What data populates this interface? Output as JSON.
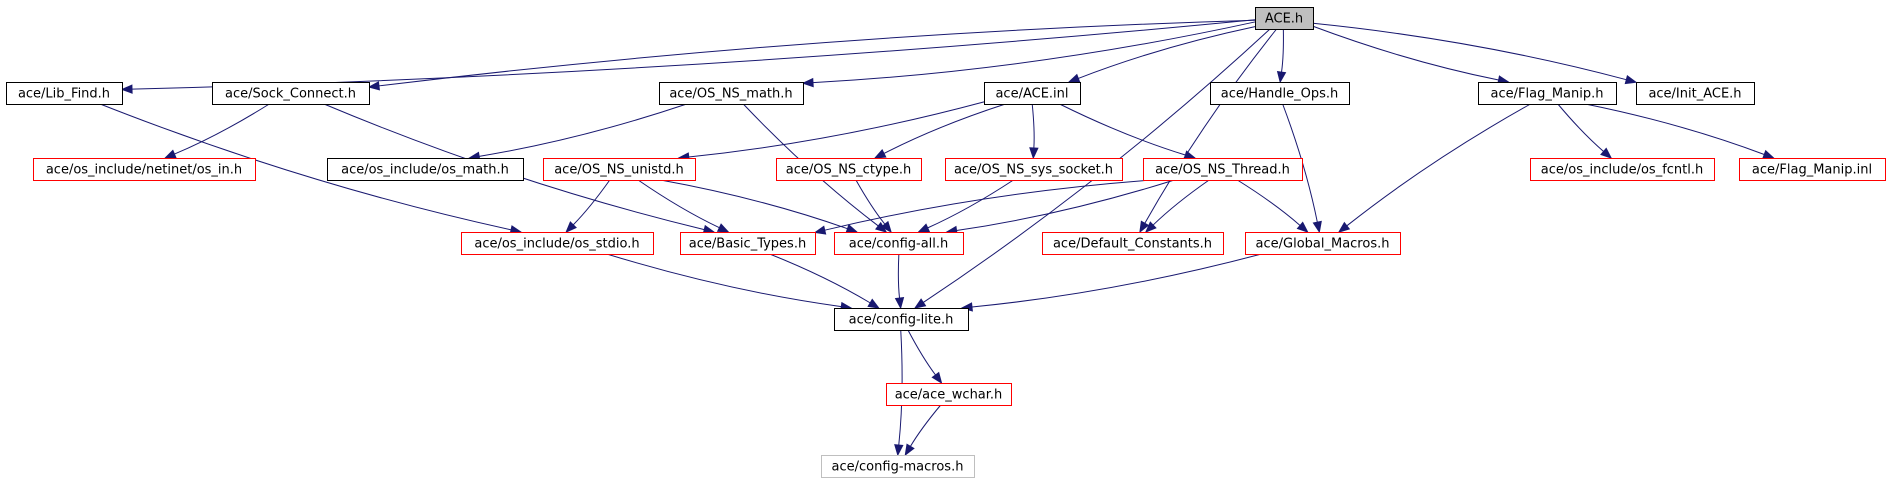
{
  "colors": {
    "edge": "#191970",
    "border_default": "#000000",
    "border_truncated": "#ff0000",
    "border_undocumented": "#bfbfbf",
    "root_fill": "#bfbfbf",
    "node_fill": "#ffffff"
  },
  "nodes": [
    {
      "id": "ace_h",
      "label": "ACE.h",
      "kind": "root"
    },
    {
      "id": "lib_find",
      "label": "ace/Lib_Find.h",
      "kind": "default"
    },
    {
      "id": "sock_connect",
      "label": "ace/Sock_Connect.h",
      "kind": "default"
    },
    {
      "id": "os_ns_math",
      "label": "ace/OS_NS_math.h",
      "kind": "default"
    },
    {
      "id": "ace_inl",
      "label": "ace/ACE.inl",
      "kind": "default"
    },
    {
      "id": "handle_ops",
      "label": "ace/Handle_Ops.h",
      "kind": "default"
    },
    {
      "id": "flag_manip",
      "label": "ace/Flag_Manip.h",
      "kind": "default"
    },
    {
      "id": "init_ace",
      "label": "ace/Init_ACE.h",
      "kind": "default"
    },
    {
      "id": "netinet_in",
      "label": "ace/os_include/netinet/os_in.h",
      "kind": "truncated"
    },
    {
      "id": "os_math",
      "label": "ace/os_include/os_math.h",
      "kind": "default"
    },
    {
      "id": "os_ns_unistd",
      "label": "ace/OS_NS_unistd.h",
      "kind": "truncated"
    },
    {
      "id": "os_ns_ctype",
      "label": "ace/OS_NS_ctype.h",
      "kind": "truncated"
    },
    {
      "id": "os_ns_sys_socket",
      "label": "ace/OS_NS_sys_socket.h",
      "kind": "truncated"
    },
    {
      "id": "os_ns_thread",
      "label": "ace/OS_NS_Thread.h",
      "kind": "truncated"
    },
    {
      "id": "os_fcntl",
      "label": "ace/os_include/os_fcntl.h",
      "kind": "truncated"
    },
    {
      "id": "flag_manip_inl",
      "label": "ace/Flag_Manip.inl",
      "kind": "truncated"
    },
    {
      "id": "os_stdio",
      "label": "ace/os_include/os_stdio.h",
      "kind": "truncated"
    },
    {
      "id": "basic_types",
      "label": "ace/Basic_Types.h",
      "kind": "truncated"
    },
    {
      "id": "config_all",
      "label": "ace/config-all.h",
      "kind": "truncated"
    },
    {
      "id": "default_constants",
      "label": "ace/Default_Constants.h",
      "kind": "truncated"
    },
    {
      "id": "global_macros",
      "label": "ace/Global_Macros.h",
      "kind": "truncated"
    },
    {
      "id": "config_lite",
      "label": "ace/config-lite.h",
      "kind": "default"
    },
    {
      "id": "ace_wchar",
      "label": "ace/ace_wchar.h",
      "kind": "truncated"
    },
    {
      "id": "config_macros",
      "label": "ace/config-macros.h",
      "kind": "undocumented"
    }
  ],
  "edges": [
    {
      "from": "ace_h",
      "to": "lib_find"
    },
    {
      "from": "ace_h",
      "to": "sock_connect"
    },
    {
      "from": "ace_h",
      "to": "os_ns_math"
    },
    {
      "from": "ace_h",
      "to": "ace_inl"
    },
    {
      "from": "ace_h",
      "to": "handle_ops"
    },
    {
      "from": "ace_h",
      "to": "flag_manip"
    },
    {
      "from": "ace_h",
      "to": "init_ace"
    },
    {
      "from": "ace_h",
      "to": "default_constants"
    },
    {
      "from": "ace_h",
      "to": "config_lite"
    },
    {
      "from": "lib_find",
      "to": "os_stdio"
    },
    {
      "from": "sock_connect",
      "to": "netinet_in"
    },
    {
      "from": "sock_connect",
      "to": "basic_types"
    },
    {
      "from": "os_ns_math",
      "to": "os_math"
    },
    {
      "from": "os_ns_math",
      "to": "config_all"
    },
    {
      "from": "ace_inl",
      "to": "os_ns_unistd"
    },
    {
      "from": "ace_inl",
      "to": "os_ns_ctype"
    },
    {
      "from": "ace_inl",
      "to": "os_ns_sys_socket"
    },
    {
      "from": "ace_inl",
      "to": "os_ns_thread"
    },
    {
      "from": "handle_ops",
      "to": "global_macros"
    },
    {
      "from": "flag_manip",
      "to": "os_fcntl"
    },
    {
      "from": "flag_manip",
      "to": "flag_manip_inl"
    },
    {
      "from": "flag_manip",
      "to": "global_macros"
    },
    {
      "from": "os_ns_unistd",
      "to": "os_stdio"
    },
    {
      "from": "os_ns_unistd",
      "to": "basic_types"
    },
    {
      "from": "os_ns_unistd",
      "to": "config_all"
    },
    {
      "from": "os_ns_ctype",
      "to": "config_all"
    },
    {
      "from": "os_ns_sys_socket",
      "to": "config_all"
    },
    {
      "from": "os_ns_thread",
      "to": "basic_types"
    },
    {
      "from": "os_ns_thread",
      "to": "config_all"
    },
    {
      "from": "os_ns_thread",
      "to": "default_constants"
    },
    {
      "from": "os_ns_thread",
      "to": "global_macros"
    },
    {
      "from": "os_stdio",
      "to": "config_lite"
    },
    {
      "from": "basic_types",
      "to": "config_lite"
    },
    {
      "from": "config_all",
      "to": "config_lite"
    },
    {
      "from": "global_macros",
      "to": "config_lite"
    },
    {
      "from": "config_lite",
      "to": "ace_wchar"
    },
    {
      "from": "config_lite",
      "to": "config_macros"
    },
    {
      "from": "ace_wchar",
      "to": "config_macros"
    }
  ]
}
